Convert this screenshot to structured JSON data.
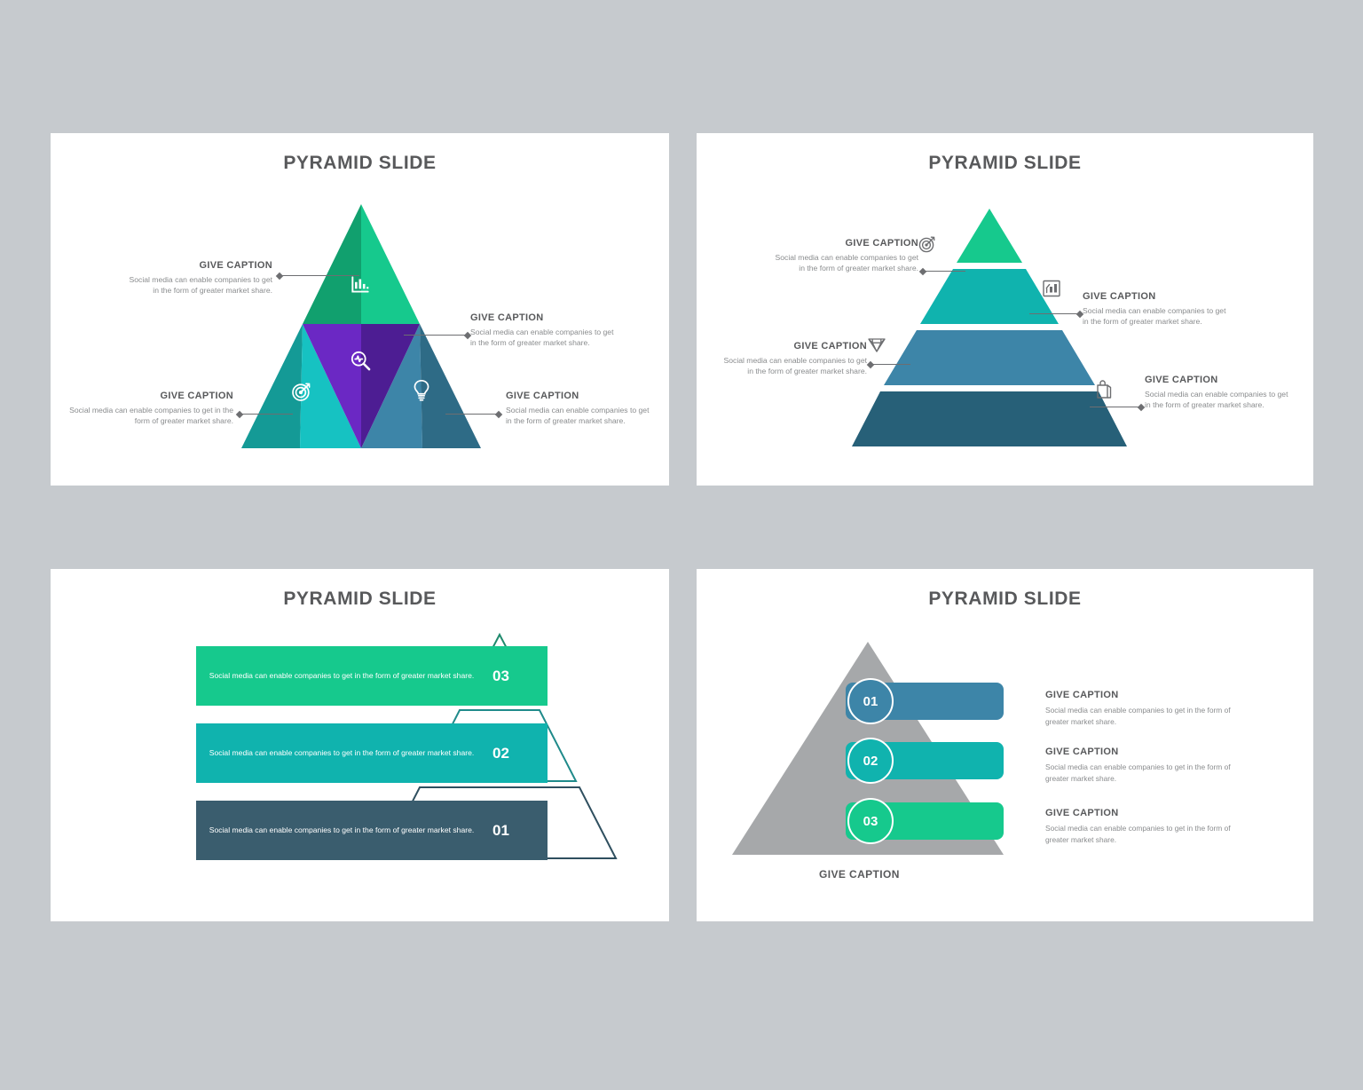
{
  "page": {
    "background": "#c6cace",
    "title_color": "#58595b"
  },
  "common": {
    "caption_title": "GIVE CAPTION",
    "caption_body": "Social media can enable companies to get in the form of greater market share.",
    "caption_body_wide": "Social media can enable companies to get in the form of greater market share."
  },
  "slides": [
    {
      "id": "slide-top-left",
      "title": "PYRAMID SLIDE",
      "layout": "segmented-triangle",
      "colors": {
        "top_left": "#11a06e",
        "top_right": "#16c98d",
        "mid_left": "#6b28c4",
        "mid_right": "#4d1d93",
        "low_left_outer": "#149a96",
        "low_left_inner": "#16c2c2",
        "low_right_inner": "#3d85a8",
        "low_right_outer": "#2e6b86"
      },
      "icons": [
        {
          "name": "bar-chart-icon",
          "glyph": "chart"
        },
        {
          "name": "analytics-search-icon",
          "glyph": "magnifier"
        },
        {
          "name": "target-icon",
          "glyph": "target"
        },
        {
          "name": "lightbulb-icon",
          "glyph": "bulb"
        }
      ],
      "captions": [
        {
          "position": "upper-left",
          "title": "GIVE CAPTION",
          "body": "Social media can enable companies to get in the form of greater market share."
        },
        {
          "position": "middle-right",
          "title": "GIVE CAPTION",
          "body": "Social media can enable companies to get in the form of greater market share."
        },
        {
          "position": "lower-left",
          "title": "GIVE CAPTION",
          "body": "Social media can enable companies to get in the form of greater market share."
        },
        {
          "position": "lower-right",
          "title": "GIVE CAPTION",
          "body": "Social media can enable companies to get in the form of greater market share."
        }
      ]
    },
    {
      "id": "slide-top-right",
      "title": "PYRAMID SLIDE",
      "layout": "stacked-layers",
      "layers": [
        {
          "level": 4,
          "color": "#16c98d",
          "icon": "target-icon"
        },
        {
          "level": 3,
          "color": "#10b3ae",
          "icon": "bar-chart-trend-icon"
        },
        {
          "level": 2,
          "color": "#3d85a8",
          "icon": "diamond-icon"
        },
        {
          "level": 1,
          "color": "#276078",
          "icon": "shopping-bag-icon"
        }
      ],
      "captions": [
        {
          "position": "left-top",
          "title": "GIVE CAPTION",
          "body": "Social media can enable companies to get in the form of greater market share."
        },
        {
          "position": "right-upper",
          "title": "GIVE CAPTION",
          "body": "Social media can enable companies to get in the form of greater market share."
        },
        {
          "position": "left-lower",
          "title": "GIVE CAPTION",
          "body": "Social media can enable companies to get in the form of greater market share."
        },
        {
          "position": "right-bottom",
          "title": "GIVE CAPTION",
          "body": "Social media can enable companies to get in the form of greater market share."
        }
      ]
    },
    {
      "id": "slide-bottom-left",
      "title": "PYRAMID SLIDE",
      "layout": "bars-over-outline-pyramid",
      "outline_colors": {
        "top": "#1f8a6d",
        "middle": "#1f8a8a",
        "bottom": "#2f4f5f"
      },
      "bars": [
        {
          "number": "03",
          "color": "#16c98d",
          "body": "Social media can enable companies to get in the form of greater market share."
        },
        {
          "number": "02",
          "color": "#10b3ae",
          "body": "Social media can enable companies to get in the form of greater market share."
        },
        {
          "number": "01",
          "color": "#3a5d6e",
          "body": "Social media can enable companies to get in the form of greater market share."
        }
      ]
    },
    {
      "id": "slide-bottom-right",
      "title": "PYRAMID SLIDE",
      "layout": "grey-pyramid-with-pills",
      "pyramid_color": "#a6a8aa",
      "bottom_caption": "GIVE CAPTION",
      "items": [
        {
          "number": "01",
          "color": "#3d85a8",
          "title": "GIVE CAPTION",
          "body": "Social media can enable companies to get in the form of greater market share."
        },
        {
          "number": "02",
          "color": "#10b3ae",
          "title": "GIVE CAPTION",
          "body": "Social media can enable companies to get in the form of greater market share."
        },
        {
          "number": "03",
          "color": "#16c98d",
          "title": "GIVE CAPTION",
          "body": "Social media can enable companies to get in the form of greater market share."
        }
      ]
    }
  ]
}
